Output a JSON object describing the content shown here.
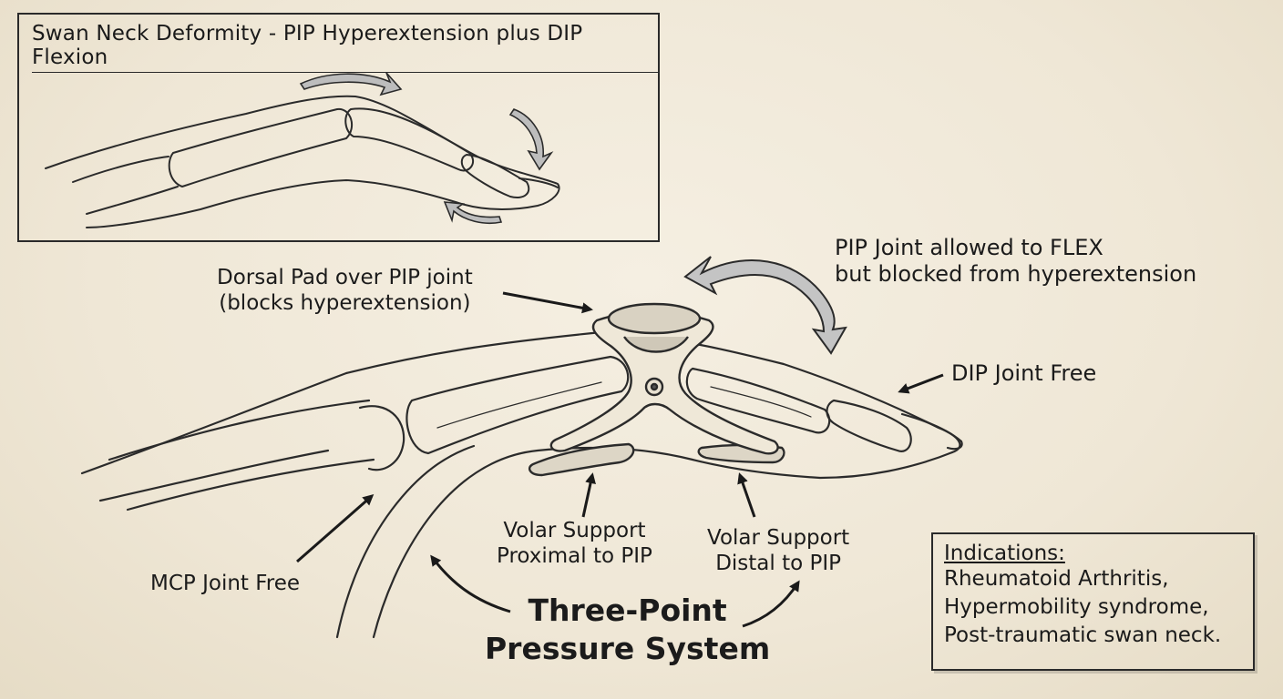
{
  "inset": {
    "title": "Swan Neck Deformity - PIP Hyperextension plus DIP Flexion"
  },
  "labels": {
    "dorsal_pad_line1": "Dorsal Pad over PIP joint",
    "dorsal_pad_line2": "(blocks hyperextension)",
    "pip_flex_line1": "PIP Joint allowed to FLEX",
    "pip_flex_line2": "but blocked from hyperextension",
    "dip_free": "DIP Joint Free",
    "mcp_free": "MCP Joint Free",
    "volar_prox_line1": "Volar Support",
    "volar_prox_line2": "Proximal to PIP",
    "volar_dist_line1": "Volar Support",
    "volar_dist_line2": "Distal to PIP",
    "three_point_line1": "Three-Point",
    "three_point_line2": "Pressure System"
  },
  "indications": {
    "title": "Indications:",
    "items": [
      "Rheumatoid Arthritis,",
      "Hypermobility syndrome,",
      "Post-traumatic swan neck."
    ]
  }
}
